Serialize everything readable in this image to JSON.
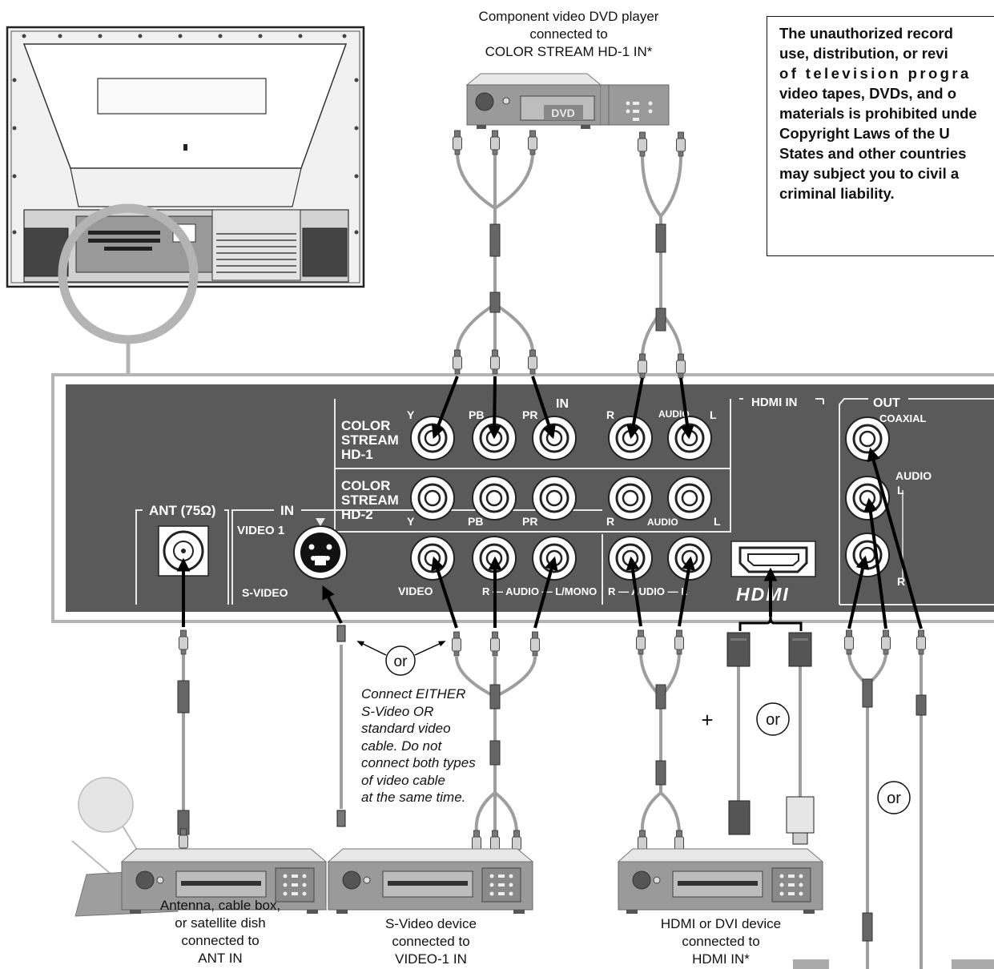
{
  "panel": {
    "in_top": "IN",
    "hdmi_in": "HDMI IN",
    "out": "OUT",
    "coaxial": "COAXIAL",
    "audio_right": "AUDIO",
    "audio_right_l": "L",
    "audio_right_r": "R",
    "cs_line1": "COLOR",
    "cs_line2": "STREAM",
    "hd1": "HD-1",
    "hd2": "HD-2",
    "y": "Y",
    "pb": "PB",
    "pr": "PR",
    "r": "R",
    "l": "L",
    "audio": "AUDIO",
    "ant": "ANT (75Ω)",
    "in_left": "IN",
    "video1": "VIDEO 1",
    "svideo": "S-VIDEO",
    "video": "VIDEO",
    "r_audio_lmono": "R — AUDIO — L/MONO",
    "r_audio_l": "R — AUDIO — L",
    "hdmi_logo": "HDMI"
  },
  "labels": {
    "or": "or",
    "plus": "+",
    "dvd": "DVD"
  },
  "captions": {
    "dvd": [
      "Component video DVD player",
      "connected to",
      "COLOR STREAM HD-1 IN*"
    ],
    "antenna": [
      "Antenna, cable box,",
      "or satellite dish",
      "connected to",
      "ANT IN"
    ],
    "svideo": [
      "S-Video device",
      "connected to",
      "VIDEO-1 IN"
    ],
    "hdmi": [
      "HDMI or DVI device",
      "connected to",
      "HDMI IN*"
    ]
  },
  "note": [
    "Connect EITHER",
    "S-Video OR",
    "standard video",
    "cable. Do not",
    "connect both types",
    "of video cable",
    "at the same time."
  ],
  "warning": [
    "The unauthorized record",
    "use, distribution, or revi",
    "of television progra",
    "video tapes, DVDs, and o",
    "materials is prohibited unde",
    "Copyright Laws of the U",
    "States and other countries",
    "may subject you to civil a",
    "criminal liability."
  ]
}
